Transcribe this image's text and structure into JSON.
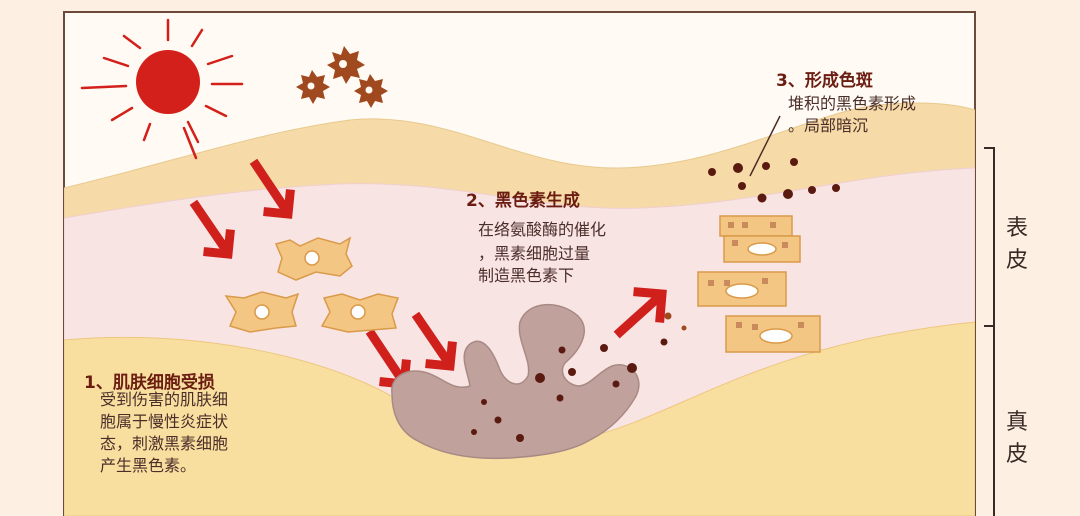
{
  "steps": [
    {
      "title": "1、肌肤细胞受损",
      "lines": [
        "受到伤害的肌肤细",
        "胞属于慢性炎症状",
        "态，刺激黑素细胞",
        "产生黑色素。"
      ]
    },
    {
      "title": "2、黑色素生成",
      "lines": [
        "在络氨酸酶的催化",
        "，黑素细胞过量",
        "制造黑色素下"
      ]
    },
    {
      "title": "3、形成色斑",
      "lines": [
        "堆积的黑色素形成",
        "。局部暗沉"
      ]
    }
  ],
  "layers": {
    "epidermis": [
      "表",
      "皮"
    ],
    "dermis": [
      "真",
      "皮"
    ]
  },
  "colors": {
    "background": "#fdf0e2",
    "panel": "#fffaf3",
    "frame": "#6b4a3c",
    "sun": "#d3201a",
    "arrow": "#d0201c",
    "surface_layer": "#f6dba8",
    "epidermis_layer": "#f9e4e4",
    "dermis_layer": "#f9df9f",
    "cell": "#f4c683",
    "melanocyte": "#c0a19b",
    "melanin": "#5a1a10",
    "uv_particle": "#a0481e"
  },
  "icons": [
    "sun-icon",
    "uv-particle-icon",
    "red-arrow-icon",
    "skin-cell-icon",
    "melanocyte-icon",
    "melanin-dot-icon",
    "bracket-icon"
  ]
}
